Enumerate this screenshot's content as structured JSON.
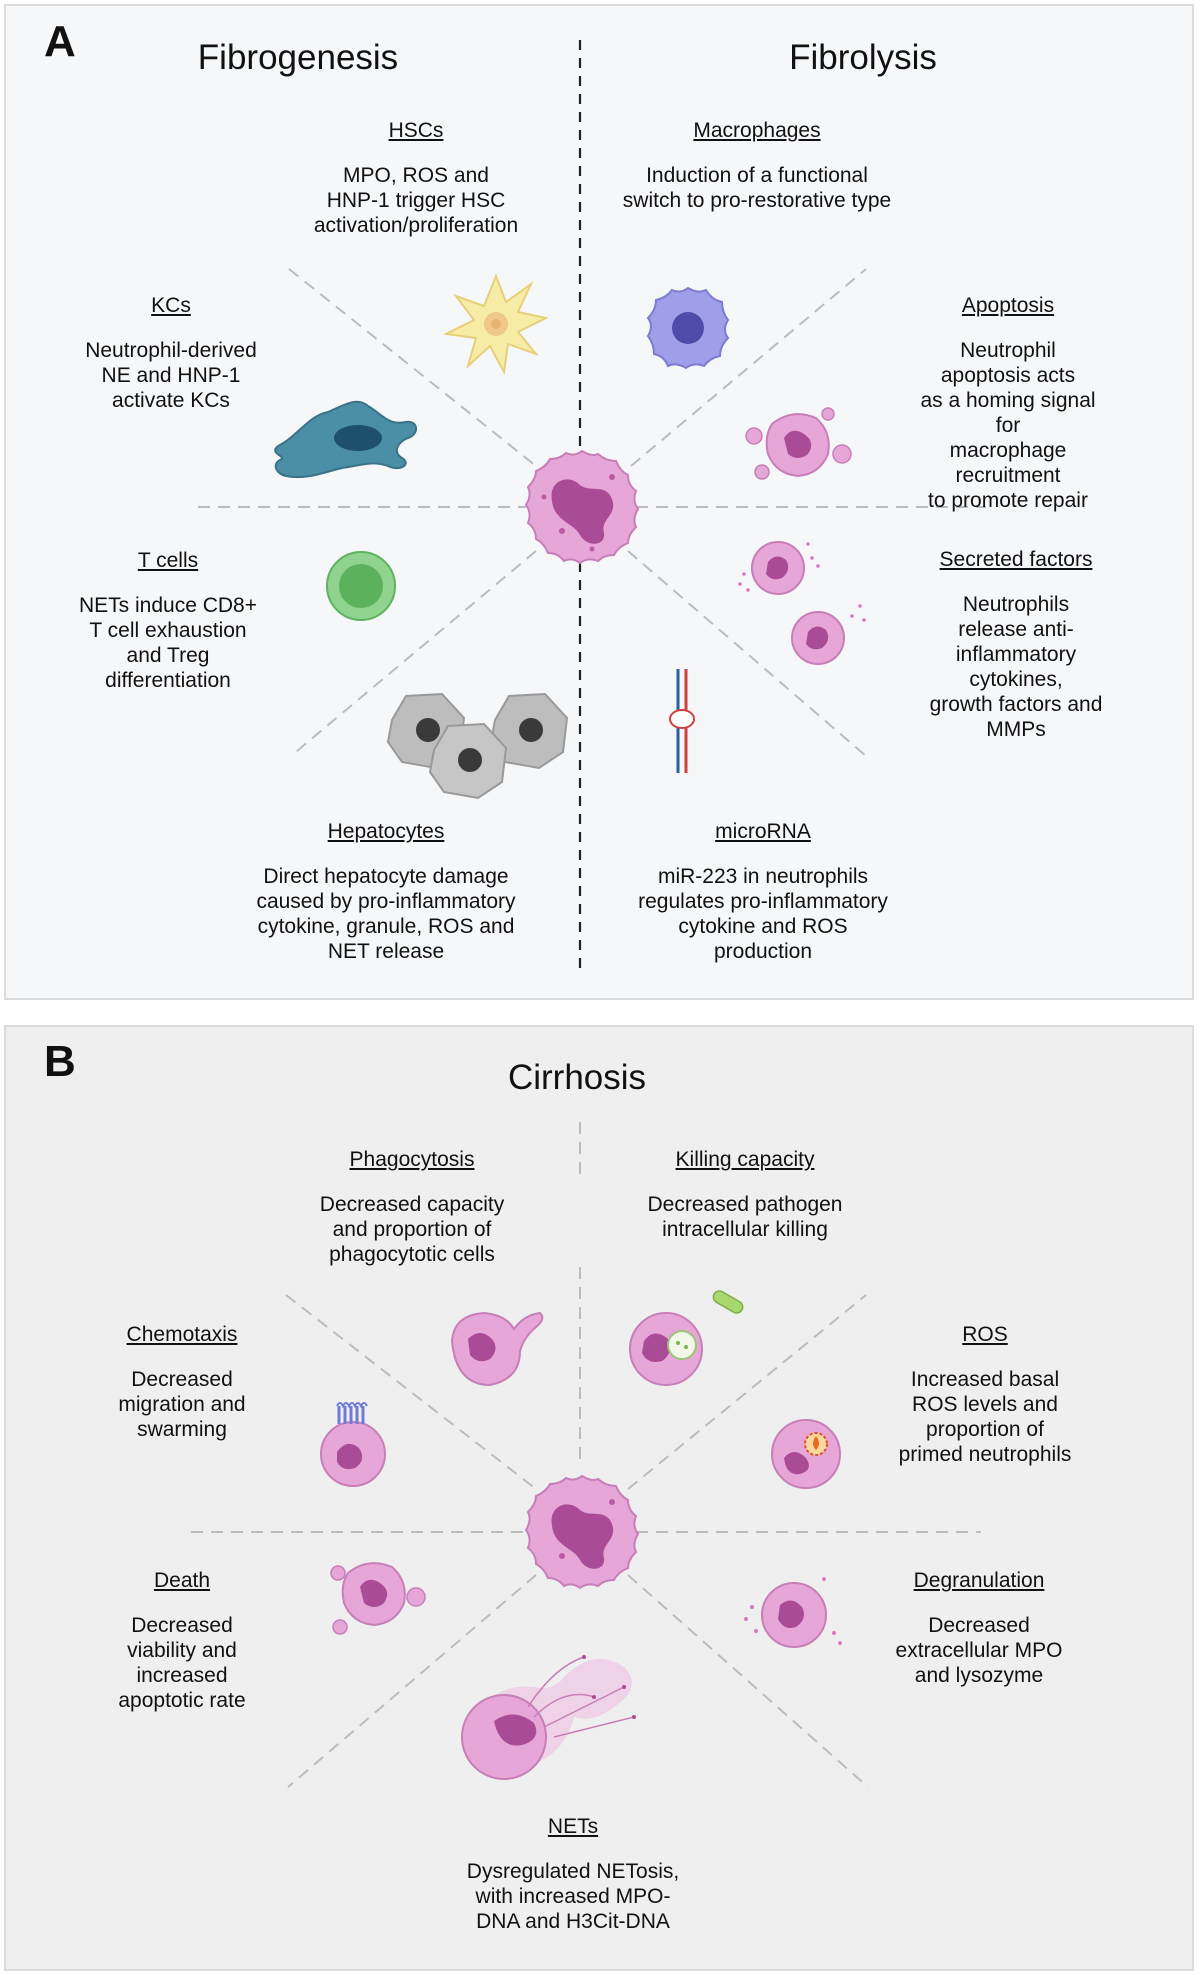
{
  "panel_a": {
    "letter": "A",
    "left_heading": "Fibrogenesis",
    "right_heading": "Fibrolysis",
    "items": [
      {
        "title": "HSCs",
        "text": "MPO, ROS and\nHNP-1 trigger HSC\nactivation/proliferation"
      },
      {
        "title": "KCs",
        "text": "Neutrophil-derived\nNE and HNP-1\nactivate KCs"
      },
      {
        "title": "T cells",
        "text": "NETs induce CD8+\nT cell exhaustion\nand Treg\ndifferentiation"
      },
      {
        "title": "Hepatocytes",
        "text": "Direct hepatocyte damage\ncaused by pro-inflammatory\ncytokine, granule, ROS and\nNET release"
      },
      {
        "title": "Macrophages",
        "text": "Induction of a functional\nswitch to pro-restorative type"
      },
      {
        "title": "Apoptosis",
        "text": "Neutrophil apoptosis acts\nas a homing signal for\nmacrophage recruitment\nto promote repair"
      },
      {
        "title": "Secreted factors",
        "text": "Neutrophils release anti-\ninflammatory cytokines,\ngrowth factors and\nMMPs"
      },
      {
        "title": "microRNA",
        "text": "miR-223 in neutrophils\nregulates pro-inflammatory\ncytokine and ROS\nproduction"
      }
    ]
  },
  "panel_b": {
    "letter": "B",
    "heading": "Cirrhosis",
    "items": [
      {
        "title": "Phagocytosis",
        "text": "Decreased capacity\nand proportion of\nphagocytotic cells"
      },
      {
        "title": "Killing capacity",
        "text": "Decreased pathogen\nintracellular killing"
      },
      {
        "title": "Chemotaxis",
        "text": "Decreased\nmigration and\nswarming"
      },
      {
        "title": "ROS",
        "text": "Increased basal\nROS levels and\nproportion of\nprimed neutrophils"
      },
      {
        "title": "Death",
        "text": "Decreased\nviability and\nincreased\napoptotic rate"
      },
      {
        "title": "Degranulation",
        "text": "Decreased\nextracellular MPO\nand lysozyme"
      },
      {
        "title": "NETs",
        "text": "Dysregulated NETosis,\nwith increased MPO-\nDNA and H3Cit-DNA"
      }
    ]
  },
  "colors": {
    "neutrophil": "#e7a6d8",
    "neutrophil_nucleus": "#a94c95",
    "hsc": "#f7eca6",
    "kc": "#4b8fa6",
    "macrophage": "#9f9ee8",
    "t_cell": "#8fd38f",
    "hepatocyte": "#bdbdbd"
  }
}
